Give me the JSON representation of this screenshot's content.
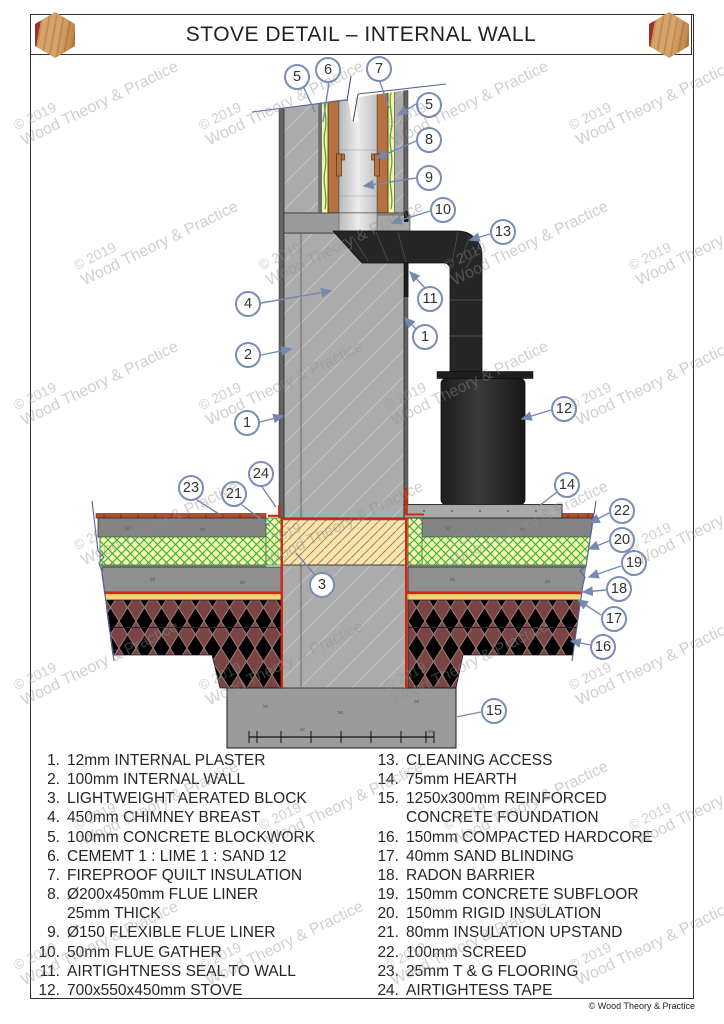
{
  "page": {
    "title": "STOVE DETAIL – INTERNAL WALL",
    "watermark": {
      "line1": "© 2019",
      "line2": "Wood Theory & Practice"
    },
    "footer": "© Wood Theory & Practice"
  },
  "legend": {
    "left": [
      {
        "num": "1.",
        "text": "12mm INTERNAL PLASTER"
      },
      {
        "num": "2.",
        "text": "100mm INTERNAL WALL"
      },
      {
        "num": "3.",
        "text": "LIGHTWEIGHT AERATED BLOCK"
      },
      {
        "num": "4.",
        "text": "450mm CHIMNEY BREAST"
      },
      {
        "num": "5.",
        "text": "100mm CONCRETE BLOCKWORK"
      },
      {
        "num": "6.",
        "text": "CEMEMT 1 : LIME 1 : SAND 12"
      },
      {
        "num": "7.",
        "text": "FIREPROOF QUILT INSULATION"
      },
      {
        "num": "8.",
        "text": "Ø200x450mm FLUE LINER\n25mm THICK"
      },
      {
        "num": "9.",
        "text": "Ø150 FLEXIBLE FLUE LINER"
      },
      {
        "num": "10.",
        "text": "50mm FLUE GATHER"
      },
      {
        "num": "11.",
        "text": "AIRTIGHTNESS SEAL TO WALL"
      },
      {
        "num": "12.",
        "text": "700x550x450mm STOVE"
      }
    ],
    "right": [
      {
        "num": "13.",
        "text": "CLEANING ACCESS"
      },
      {
        "num": "14.",
        "text": "75mm HEARTH"
      },
      {
        "num": "15.",
        "text": "1250x300mm REINFORCED\nCONCRETE FOUNDATION"
      },
      {
        "num": "16.",
        "text": "150mm COMPACTED HARDCORE"
      },
      {
        "num": "17.",
        "text": "40mm SAND BLINDING"
      },
      {
        "num": "18.",
        "text": "RADON BARRIER"
      },
      {
        "num": "19.",
        "text": "150mm CONCRETE SUBFLOOR"
      },
      {
        "num": "20.",
        "text": "150mm RIGID INSULATION"
      },
      {
        "num": "21.",
        "text": "80mm INSULATION UPSTAND"
      },
      {
        "num": "22.",
        "text": "100mm SCREED"
      },
      {
        "num": "23.",
        "text": "25mm T & G FLOORING"
      },
      {
        "num": "24.",
        "text": "AIRTIGHTESS TAPE"
      }
    ]
  },
  "drawing": {
    "callouts": [
      "5",
      "6",
      "7",
      "5",
      "8",
      "9",
      "10",
      "13",
      "11",
      "4",
      "1",
      "2",
      "1",
      "24",
      "23",
      "21",
      "14",
      "22",
      "20",
      "19",
      "18",
      "17",
      "16",
      "3",
      "12",
      "15"
    ]
  },
  "colors": {
    "leader": "#7588ad",
    "masonry_gray": "#ababab",
    "plaster_dark": "#646464",
    "flue_liner_copper": "#b5713f",
    "quilt_yellow": "#f6f2a6",
    "insulation_green": "#2fae4a",
    "aerated_block_tan": "#f7e4b0",
    "screed_gray": "#838383",
    "subfloor_gray": "#8f8f8f",
    "sand_yellow": "#f0d878",
    "radon_red": "#cc2b12",
    "flooring_red": "#b34d2b",
    "hardcore_maroon": "#7a4444",
    "stove_black": "#262626",
    "foundation_gray": "#9b9b9b"
  }
}
